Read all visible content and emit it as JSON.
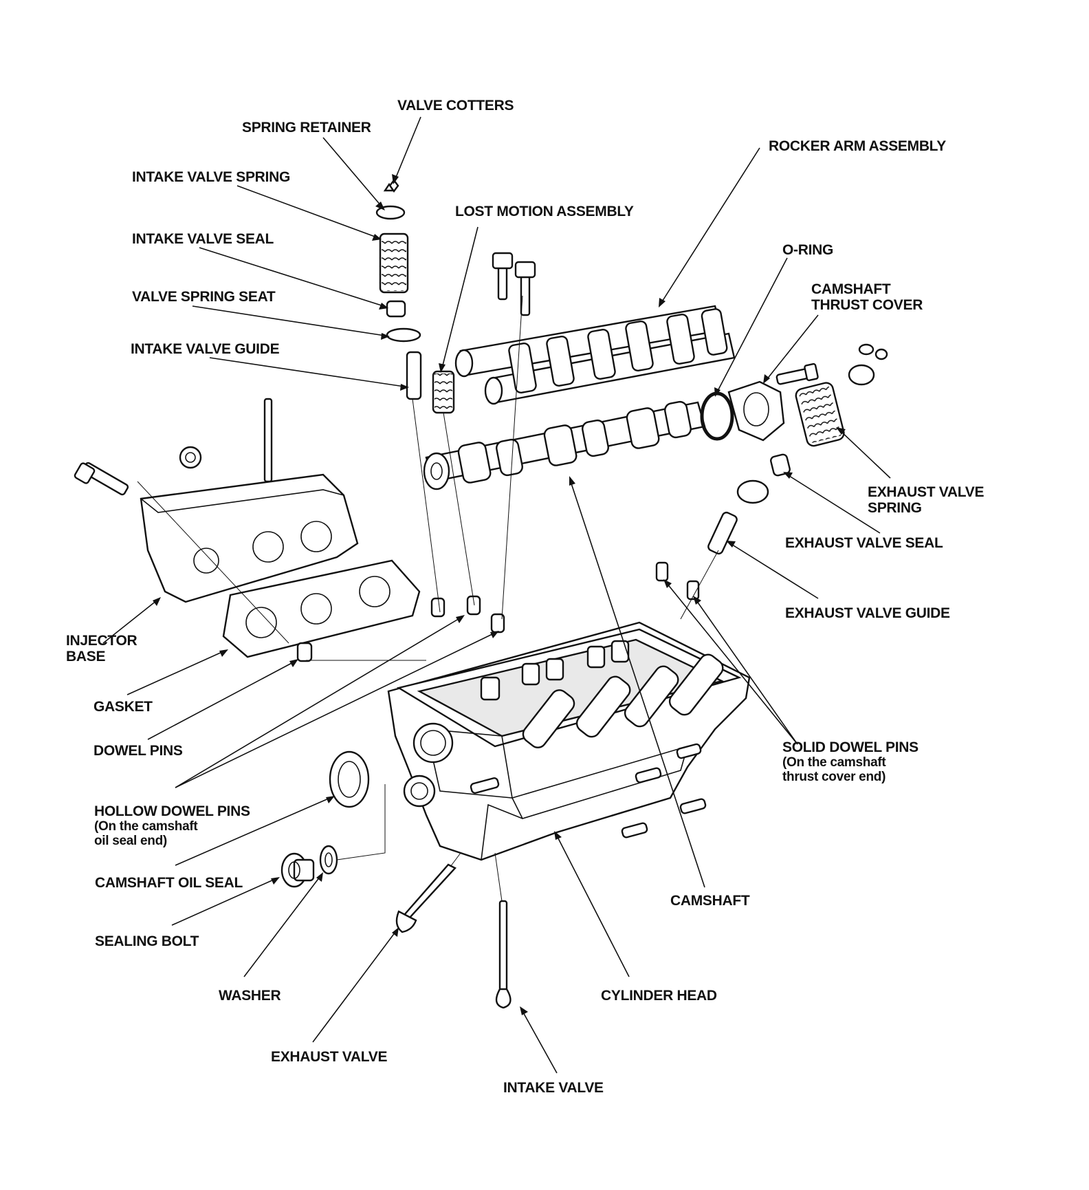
{
  "labels": {
    "valve_cotters": "VALVE COTTERS",
    "spring_retainer": "SPRING RETAINER",
    "intake_valve_spring": "INTAKE VALVE SPRING",
    "intake_valve_seal": "INTAKE VALVE SEAL",
    "valve_spring_seat": "VALVE SPRING SEAT",
    "intake_valve_guide": "INTAKE VALVE GUIDE",
    "lost_motion_assembly": "LOST MOTION ASSEMBLY",
    "rocker_arm_assembly": "ROCKER ARM ASSEMBLY",
    "o_ring": "O-RING",
    "camshaft_thrust_cover": [
      "CAMSHAFT",
      "THRUST COVER"
    ],
    "exhaust_valve_spring": [
      "EXHAUST VALVE",
      "SPRING"
    ],
    "exhaust_valve_seal": "EXHAUST VALVE SEAL",
    "exhaust_valve_guide": "EXHAUST VALVE GUIDE",
    "injector_base": [
      "INJECTOR",
      "BASE"
    ],
    "gasket": "GASKET",
    "dowel_pins": "DOWEL PINS",
    "hollow_dowel_pins": [
      "HOLLOW DOWEL PINS",
      "(On the camshaft",
      "oil seal end)"
    ],
    "camshaft_oil_seal": "CAMSHAFT OIL SEAL",
    "sealing_bolt": "SEALING BOLT",
    "washer": "WASHER",
    "exhaust_valve": "EXHAUST VALVE",
    "intake_valve": "INTAKE VALVE",
    "cylinder_head": "CYLINDER HEAD",
    "camshaft": "CAMSHAFT",
    "solid_dowel_pins": [
      "SOLID DOWEL PINS",
      "(On the camshaft",
      "thrust cover end)"
    ]
  }
}
